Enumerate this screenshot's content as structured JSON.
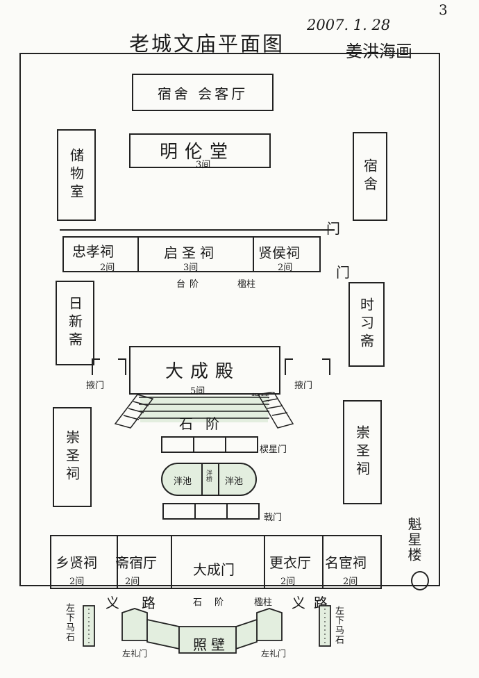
{
  "page_number": "3",
  "title": "老城文庙平面图",
  "date": "2007. 1. 28",
  "author": "姜洪海画",
  "buildings": {
    "dorm_reception": "宿舍 会客厅",
    "minglun_hall": "明伦堂",
    "minglun_bays": "3间",
    "storage_room": "储物室",
    "dorm_right": "宿舍",
    "door_upper": "门",
    "zhongxiao_shrine": "忠孝祠",
    "zhongxiao_bays": "2间",
    "qisheng_shrine": "启圣祠",
    "qisheng_bays": "3间",
    "xianhou_shrine": "贤侯祠",
    "xianhou_bays": "2间",
    "door_right": "门",
    "steps_upper": "台阶",
    "pillar_upper": "楹柱",
    "rixin_study": "日新斋",
    "shixi_study": "时习斋",
    "dacheng_hall": "大成殿",
    "dacheng_bays": "5间",
    "pillar_hall": "楹柱",
    "ye_gate_left": "掖门",
    "ye_gate_right": "掖门",
    "stone_steps": "石阶",
    "zongsheng_left": "崇圣祠",
    "zongsheng_right": "崇圣祠",
    "lingxing_gate": "棂星门",
    "pool_left": "泮池",
    "pool_bridge": "泮桥",
    "pool_right": "泮池",
    "ji_gate": "戟门",
    "kuixing_tower": "魁星楼",
    "xiangxian_shrine": "乡贤祠",
    "xiangxian_bays": "2间",
    "zaisu_hall": "斋宿厅",
    "zaisu_bays": "2间",
    "dacheng_gate": "大成门",
    "gengyi_hall": "更衣厅",
    "gengyi_bays": "2间",
    "minghuan_shrine": "名宦祠",
    "minghuan_bays": "2间"
  },
  "road": {
    "yi_lu_left_1": "义",
    "yi_lu_left_2": "路",
    "stone_steps": "石阶",
    "pillar": "楹柱",
    "yi_lu_right_1": "义",
    "yi_lu_right_2": "路",
    "xiama_left": "左下马石",
    "xiama_right": "左下马石",
    "li_gate_left": "左礼门",
    "li_gate_right": "左礼门",
    "screen_wall": "照壁"
  }
}
